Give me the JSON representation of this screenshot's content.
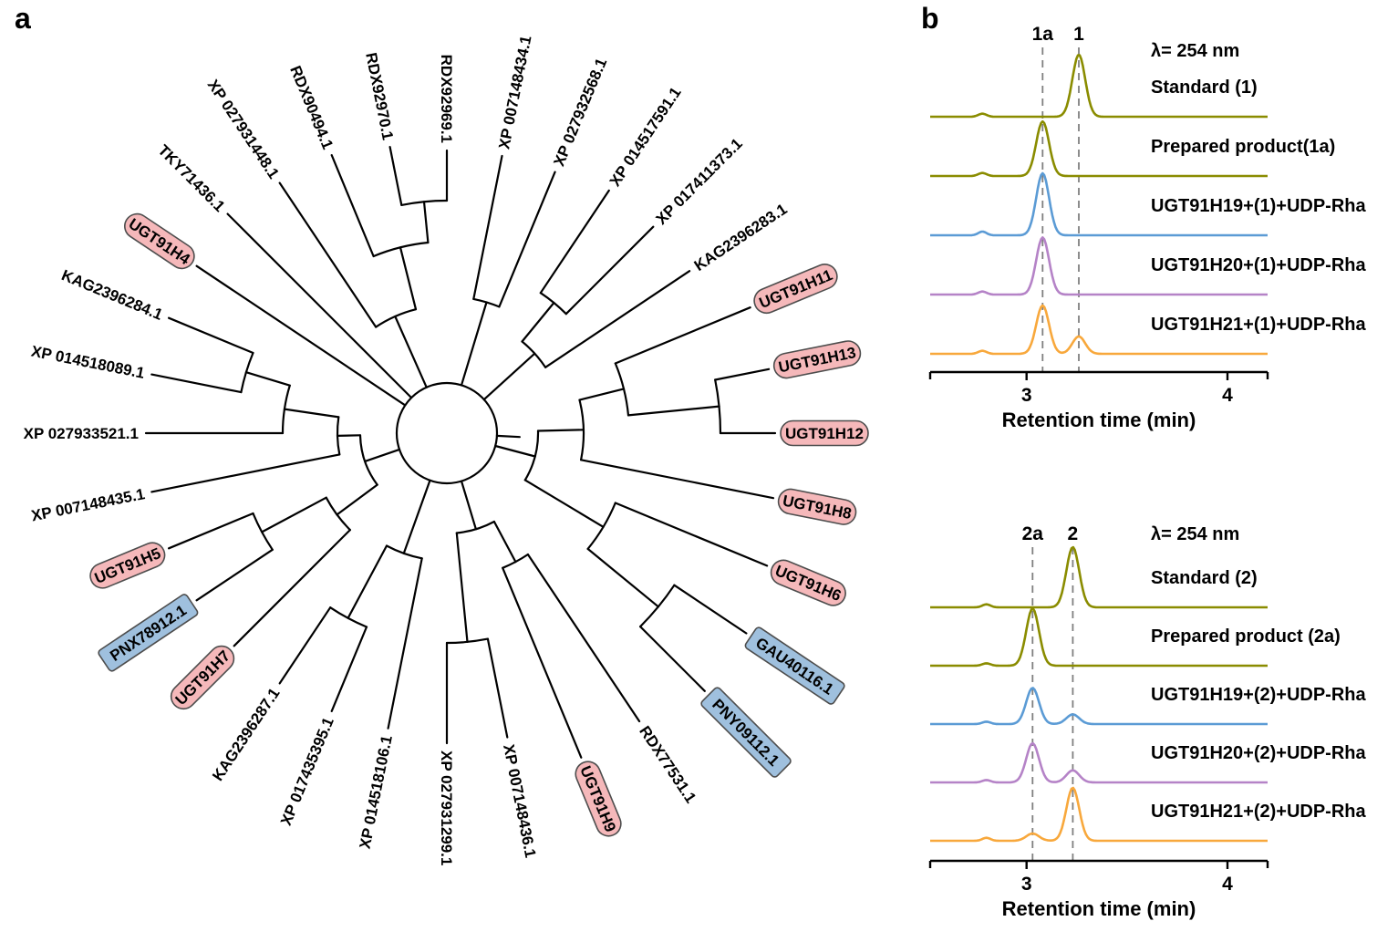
{
  "figure": {
    "panel_a_label": "a",
    "panel_b_label": "b"
  },
  "tree": {
    "highlight_colors": {
      "pink": "#f5b8ba",
      "blue": "#9fc0de"
    },
    "box_stroke": "#4d4d4d",
    "taxa": [
      {
        "label": "XP 007148434.1",
        "tip_r": 310,
        "highlight": null
      },
      {
        "label": "XP 027932568.1",
        "tip_r": 310,
        "highlight": null
      },
      {
        "label": "XP 014517591.1",
        "tip_r": 320,
        "highlight": null
      },
      {
        "label": "XP 017411373.1",
        "tip_r": 320,
        "highlight": null
      },
      {
        "label": "KAG2396283.1",
        "tip_r": 320,
        "highlight": null
      },
      {
        "label": "UGT91H11",
        "tip_r": 360,
        "highlight": "pink"
      },
      {
        "label": "UGT91H13",
        "tip_r": 360,
        "highlight": "pink"
      },
      {
        "label": "UGT91H12",
        "tip_r": 360,
        "highlight": "pink"
      },
      {
        "label": "UGT91H8",
        "tip_r": 365,
        "highlight": "pink"
      },
      {
        "label": "UGT91H6",
        "tip_r": 380,
        "highlight": "pink"
      },
      {
        "label": "GAU40116.1",
        "tip_r": 395,
        "highlight": "blue"
      },
      {
        "label": "PNY09112.1",
        "tip_r": 400,
        "highlight": "blue"
      },
      {
        "label": "RDX77531.1",
        "tip_r": 380,
        "highlight": null
      },
      {
        "label": "UGT91H9",
        "tip_r": 385,
        "highlight": "pink"
      },
      {
        "label": "XP 007148436.1",
        "tip_r": 340,
        "highlight": null
      },
      {
        "label": "XP 027931299.1",
        "tip_r": 340,
        "highlight": null
      },
      {
        "label": "XP 014518106.1",
        "tip_r": 330,
        "highlight": null
      },
      {
        "label": "XP 017435395.1",
        "tip_r": 330,
        "highlight": null
      },
      {
        "label": "KAG2396287.1",
        "tip_r": 330,
        "highlight": null
      },
      {
        "label": "UGT91H7",
        "tip_r": 330,
        "highlight": "pink"
      },
      {
        "label": "PNX78912.1",
        "tip_r": 330,
        "highlight": "blue"
      },
      {
        "label": "UGT91H5",
        "tip_r": 330,
        "highlight": "pink"
      },
      {
        "label": "XP 007148435.1",
        "tip_r": 330,
        "highlight": null
      },
      {
        "label": "XP 027933521.1",
        "tip_r": 330,
        "highlight": null
      },
      {
        "label": "XP 014518089.1",
        "tip_r": 330,
        "highlight": null
      },
      {
        "label": "KAG2396284.1",
        "tip_r": 330,
        "highlight": null
      },
      {
        "label": "UGT91H4",
        "tip_r": 330,
        "highlight": "pink"
      },
      {
        "label": "TKY71436.1",
        "tip_r": 340,
        "highlight": null
      },
      {
        "label": "XP 027931448.1",
        "tip_r": 330,
        "highlight": null
      },
      {
        "label": "RDX90494.1",
        "tip_r": 330,
        "highlight": null
      },
      {
        "label": "RDX92970.1",
        "tip_r": 320,
        "highlight": null
      },
      {
        "label": "RDX92969.1",
        "tip_r": 310,
        "highlight": null
      }
    ],
    "topology": {
      "r": 55,
      "children": [
        {
          "r": 150,
          "children": [
            0,
            1
          ]
        },
        {
          "r": 130,
          "children": [
            {
              "r": 185,
              "children": [
                2,
                3
              ]
            },
            4
          ]
        },
        {
          "r": 100,
          "children": [
            {
              "r": 150,
              "children": [
                {
                  "r": 200,
                  "children": [
                    5,
                    {
                      "r": 300,
                      "children": [
                        6,
                        7
                      ]
                    }
                  ]
                },
                8
              ]
            },
            {
              "r": 200,
              "children": [
                9,
                {
                  "r": 300,
                  "children": [
                    10,
                    11
                  ]
                }
              ]
            }
          ]
        },
        {
          "r": 110,
          "children": [
            {
              "r": 160,
              "children": [
                12,
                13
              ]
            },
            {
              "r": 230,
              "children": [
                14,
                15
              ]
            }
          ]
        },
        {
          "r": 140,
          "children": [
            16,
            {
              "r": 230,
              "children": [
                17,
                18
              ]
            }
          ]
        },
        {
          "r": 95,
          "children": [
            {
              "r": 150,
              "children": [
                19,
                {
                  "r": 230,
                  "children": [
                    20,
                    21
                  ]
                }
              ]
            },
            {
              "r": 120,
              "children": [
                22,
                {
                  "r": 180,
                  "children": [
                    23,
                    {
                      "r": 230,
                      "children": [
                        24,
                        25
                      ]
                    }
                  ]
                }
              ]
            }
          ]
        },
        26,
        27,
        {
          "r": 140,
          "children": [
            28,
            {
              "r": 210,
              "children": [
                29,
                {
                  "r": 255,
                  "children": [
                    30,
                    31
                  ]
                }
              ]
            }
          ]
        }
      ]
    }
  },
  "chart_data": [
    {
      "type": "line",
      "lambda_label": "λ= 254 nm",
      "xlabel": "Retention time (min)",
      "x_range": [
        2.52,
        4.2
      ],
      "x_ticks": [
        3,
        4
      ],
      "grid": false,
      "legend_position": "right-of-traces",
      "peak_markers": [
        {
          "label": "1a",
          "x": 3.08
        },
        {
          "label": "1",
          "x": 3.26
        }
      ],
      "traces": [
        {
          "label": "Standard (1)",
          "color": "#8a8c00",
          "peaks": [
            {
              "x": 2.78,
              "h": 0.05,
              "w": 0.02
            },
            {
              "x": 3.26,
              "h": 1.0
            }
          ]
        },
        {
          "label": "Prepared product(1a)",
          "color": "#8a8c00",
          "peaks": [
            {
              "x": 2.78,
              "h": 0.05,
              "w": 0.02
            },
            {
              "x": 3.08,
              "h": 0.88
            }
          ]
        },
        {
          "label": "UGT91H19+(1)+UDP-Rha",
          "color": "#5b9bd5",
          "peaks": [
            {
              "x": 2.78,
              "h": 0.06,
              "w": 0.02
            },
            {
              "x": 3.08,
              "h": 1.0
            }
          ]
        },
        {
          "label": "UGT91H20+(1)+UDP-Rha",
          "color": "#b583c7",
          "peaks": [
            {
              "x": 2.78,
              "h": 0.05,
              "w": 0.02
            },
            {
              "x": 3.08,
              "h": 0.92
            }
          ]
        },
        {
          "label": "UGT91H21+(1)+UDP-Rha",
          "color": "#f8a83c",
          "peaks": [
            {
              "x": 2.78,
              "h": 0.05,
              "w": 0.02
            },
            {
              "x": 3.08,
              "h": 0.78
            },
            {
              "x": 3.26,
              "h": 0.28
            }
          ]
        }
      ]
    },
    {
      "type": "line",
      "lambda_label": "λ= 254 nm",
      "xlabel": "Retention time (min)",
      "x_range": [
        2.52,
        4.2
      ],
      "x_ticks": [
        3,
        4
      ],
      "grid": false,
      "legend_position": "right-of-traces",
      "peak_markers": [
        {
          "label": "2a",
          "x": 3.03
        },
        {
          "label": "2",
          "x": 3.23
        }
      ],
      "traces": [
        {
          "label": "Standard (2)",
          "color": "#8a8c00",
          "peaks": [
            {
              "x": 2.8,
              "h": 0.05,
              "w": 0.02
            },
            {
              "x": 3.23,
              "h": 1.0
            }
          ]
        },
        {
          "label": "Prepared product (2a)",
          "color": "#8a8c00",
          "peaks": [
            {
              "x": 2.8,
              "h": 0.04,
              "w": 0.02
            },
            {
              "x": 3.03,
              "h": 0.95
            }
          ]
        },
        {
          "label": "UGT91H19+(2)+UDP-Rha",
          "color": "#5b9bd5",
          "peaks": [
            {
              "x": 2.8,
              "h": 0.04,
              "w": 0.02
            },
            {
              "x": 3.03,
              "h": 0.6
            },
            {
              "x": 3.23,
              "h": 0.16
            }
          ]
        },
        {
          "label": "UGT91H20+(2)+UDP-Rha",
          "color": "#b583c7",
          "peaks": [
            {
              "x": 2.8,
              "h": 0.04,
              "w": 0.02
            },
            {
              "x": 3.03,
              "h": 0.65
            },
            {
              "x": 3.23,
              "h": 0.2
            }
          ]
        },
        {
          "label": "UGT91H21+(2)+UDP-Rha",
          "color": "#f8a83c",
          "peaks": [
            {
              "x": 2.8,
              "h": 0.05,
              "w": 0.02
            },
            {
              "x": 3.03,
              "h": 0.12
            },
            {
              "x": 3.23,
              "h": 0.88
            }
          ]
        }
      ]
    }
  ]
}
